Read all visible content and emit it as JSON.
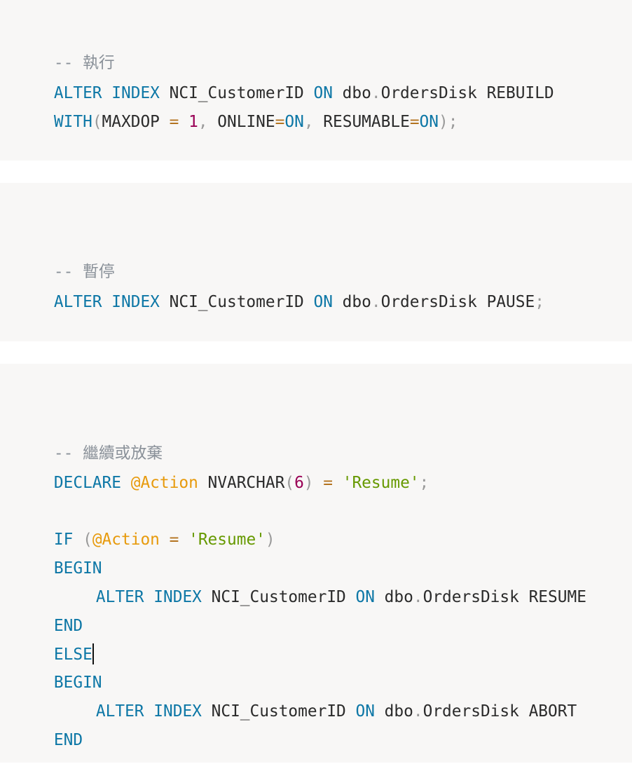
{
  "blocks": [
    {
      "lines": [
        [
          "-- 執行"
        ],
        [
          "ALTER",
          " ",
          "INDEX",
          " NCI_CustomerID ",
          "ON",
          " dbo",
          ".",
          "OrdersDisk REBUILD"
        ],
        [
          "WITH",
          "(",
          "MAXDOP ",
          "=",
          " ",
          "1",
          ",",
          " ONLINE",
          "=",
          "ON",
          ",",
          " RESUMABLE",
          "=",
          "ON",
          ")",
          ";"
        ]
      ]
    },
    {
      "lines": [
        [
          "-- 暫停"
        ],
        [
          "ALTER",
          " ",
          "INDEX",
          " NCI_CustomerID ",
          "ON",
          " dbo",
          ".",
          "OrdersDisk PAUSE",
          ";"
        ]
      ]
    },
    {
      "lines": [
        [
          "-- 繼續或放棄"
        ],
        [
          "DECLARE",
          " ",
          "@Action",
          " NVARCHAR",
          "(",
          "6",
          ")",
          " ",
          "=",
          " ",
          "'Resume'",
          ";"
        ],
        [
          "IF",
          " ",
          "(",
          "@Action",
          " ",
          "=",
          " ",
          "'Resume'",
          ")"
        ],
        [
          "BEGIN"
        ],
        [
          "ALTER",
          " ",
          "INDEX",
          " NCI_CustomerID ",
          "ON",
          " dbo",
          ".",
          "OrdersDisk RESUME"
        ],
        [
          "END"
        ],
        [
          "ELSE"
        ],
        [
          "BEGIN"
        ],
        [
          "ALTER",
          " ",
          "INDEX",
          " NCI_CustomerID ",
          "ON",
          " dbo",
          ".",
          "OrdersDisk ABORT"
        ],
        [
          "END"
        ]
      ]
    }
  ]
}
